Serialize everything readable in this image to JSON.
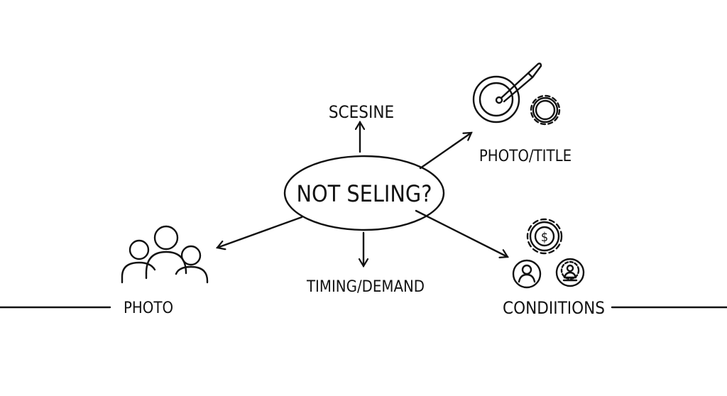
{
  "center": {
    "label": "NOT SELING?"
  },
  "nodes": {
    "top": "SCESINE",
    "top_right": "PHOTO/TITLE",
    "left": "PHOTO",
    "bottom": "TIMING/DEMAND",
    "bottom_right": "CONDIITIONS"
  },
  "icons": {
    "top_right": [
      "target-icon",
      "pen-icon",
      "gear-icon"
    ],
    "left": "people-group-icon",
    "bottom_right": [
      "dollar-gear-icon",
      "user-circle-icon",
      "user-gear-icon"
    ]
  },
  "colors": {
    "ink": "#111111",
    "background": "#ffffff"
  }
}
